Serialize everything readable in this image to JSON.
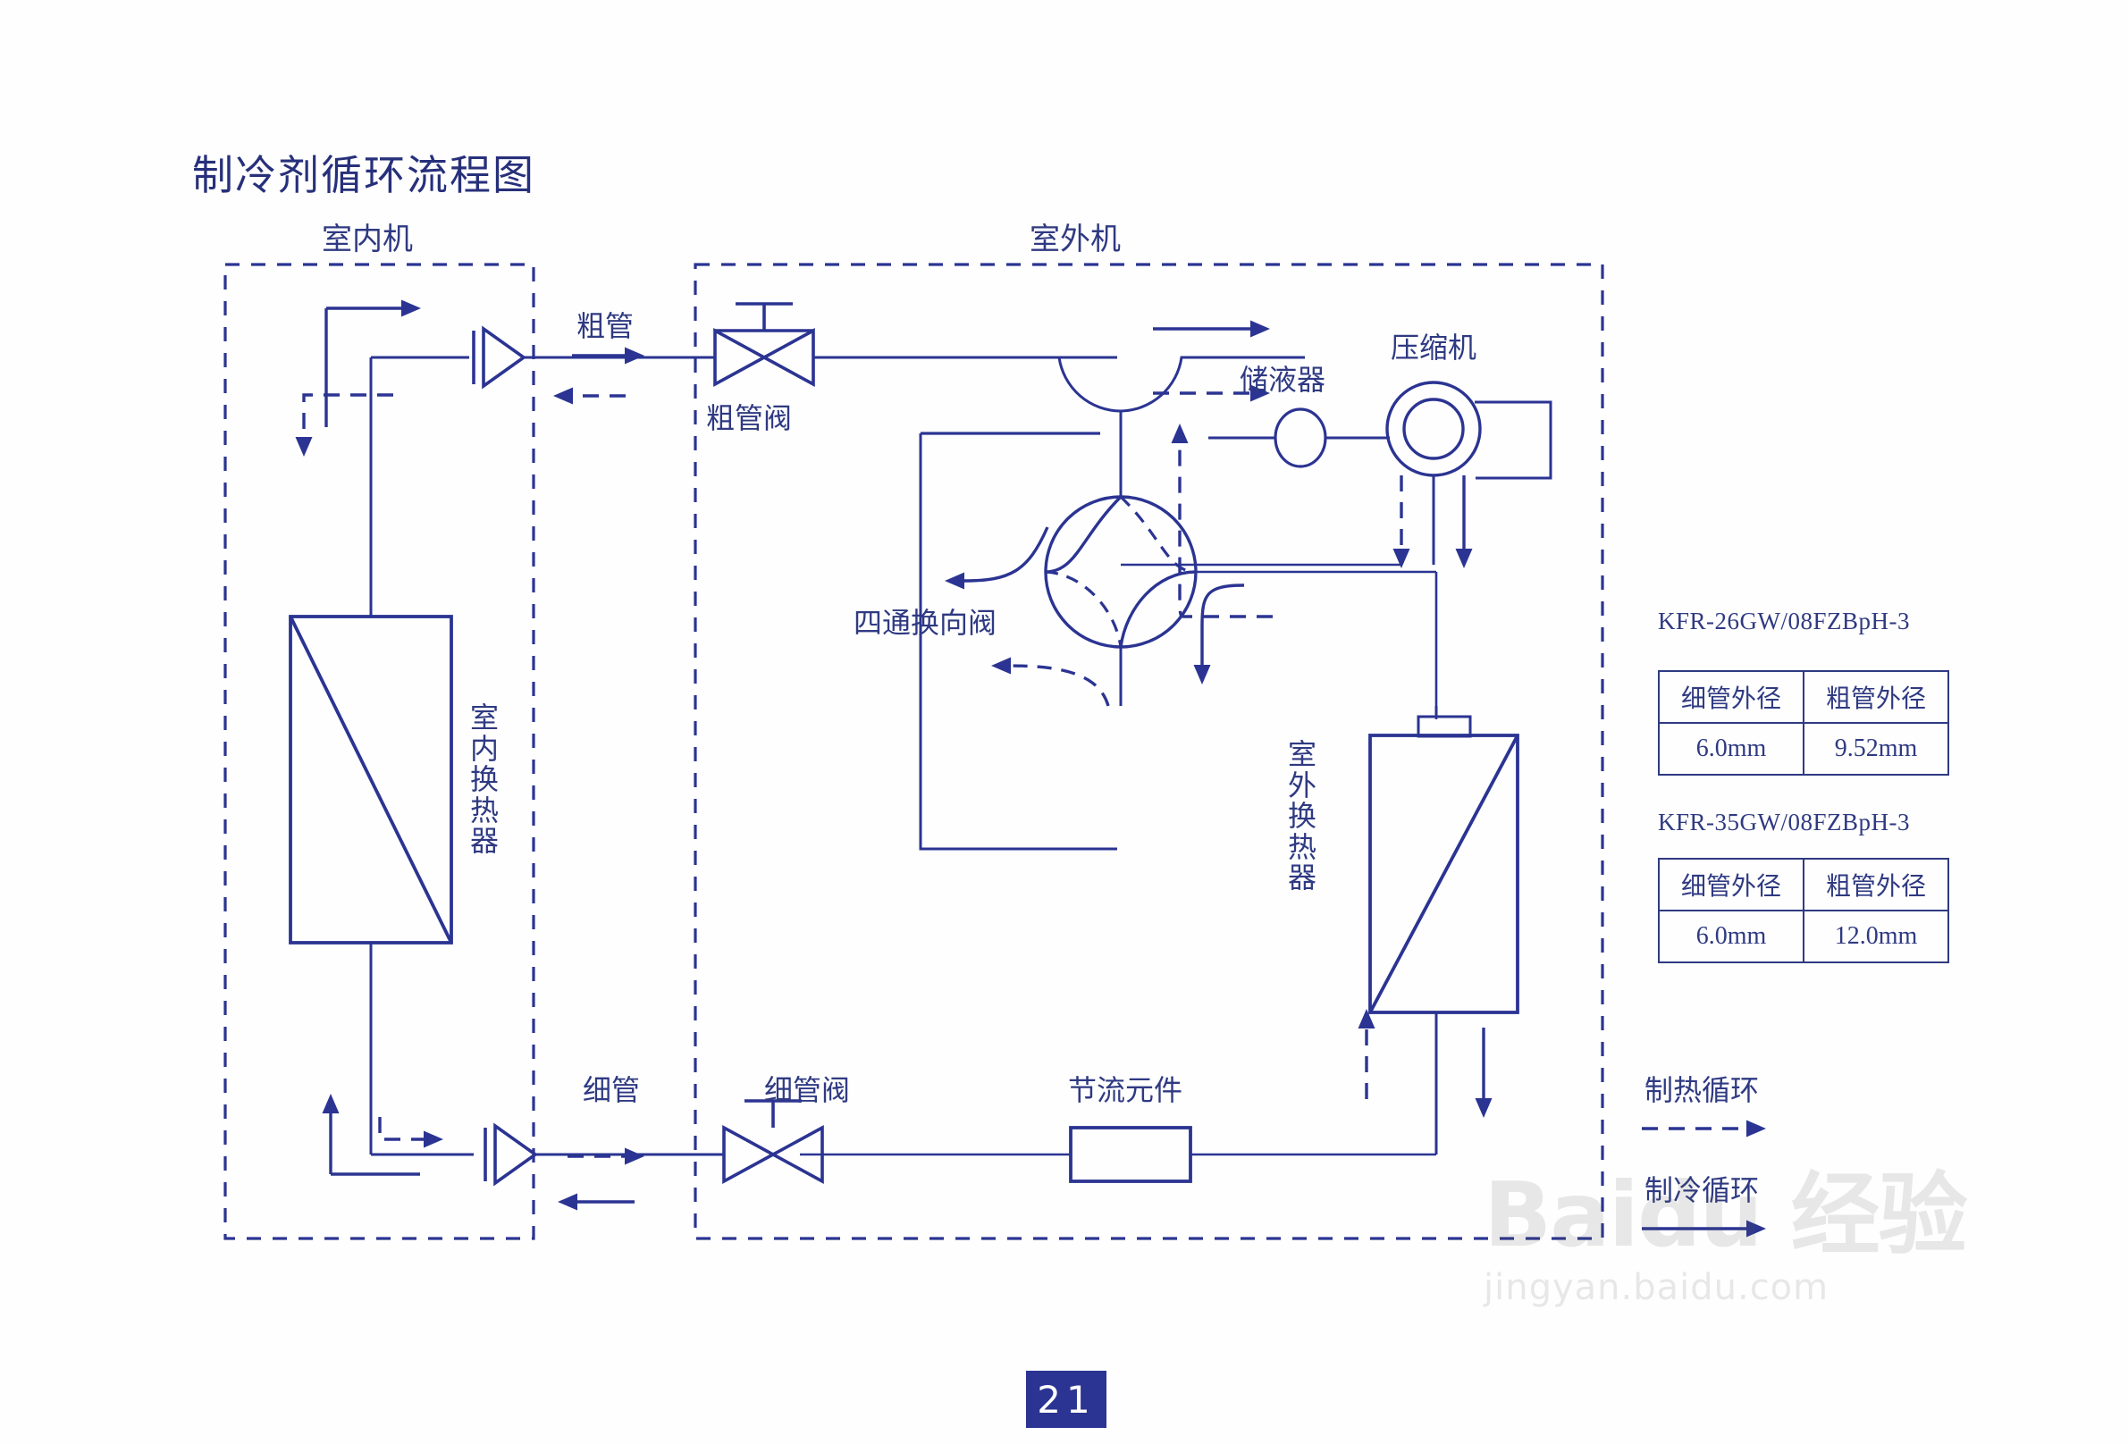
{
  "page": {
    "title": "制冷剂循环流程图",
    "number": "21"
  },
  "sections": {
    "indoor_unit": "室内机",
    "outdoor_unit": "室外机"
  },
  "components": {
    "thick_pipe": "粗管",
    "thick_pipe_valve": "粗管阀",
    "thin_pipe": "细管",
    "thin_pipe_valve": "细管阀",
    "indoor_heat_exchanger": "室内换热器",
    "outdoor_heat_exchanger": "室外换热器",
    "four_way_valve": "四通换向阀",
    "accumulator": "储液器",
    "compressor": "压缩机",
    "throttle_element": "节流元件"
  },
  "legend": {
    "heating_cycle": "制热循环",
    "cooling_cycle": "制冷循环"
  },
  "spec_tables": [
    {
      "model": "KFR-26GW/08FZBpH-3",
      "headers": [
        "细管外径",
        "粗管外径"
      ],
      "values": [
        "6.0mm",
        "9.52mm"
      ]
    },
    {
      "model": "KFR-35GW/08FZBpH-3",
      "headers": [
        "细管外径",
        "粗管外径"
      ],
      "values": [
        "6.0mm",
        "12.0mm"
      ]
    }
  ],
  "watermark": {
    "brand": "Baidu 经验",
    "url": "jingyan.baidu.com"
  },
  "colors": {
    "line": "#2b3492",
    "text": "#2f3a82",
    "chip_bg": "#2b3492"
  }
}
